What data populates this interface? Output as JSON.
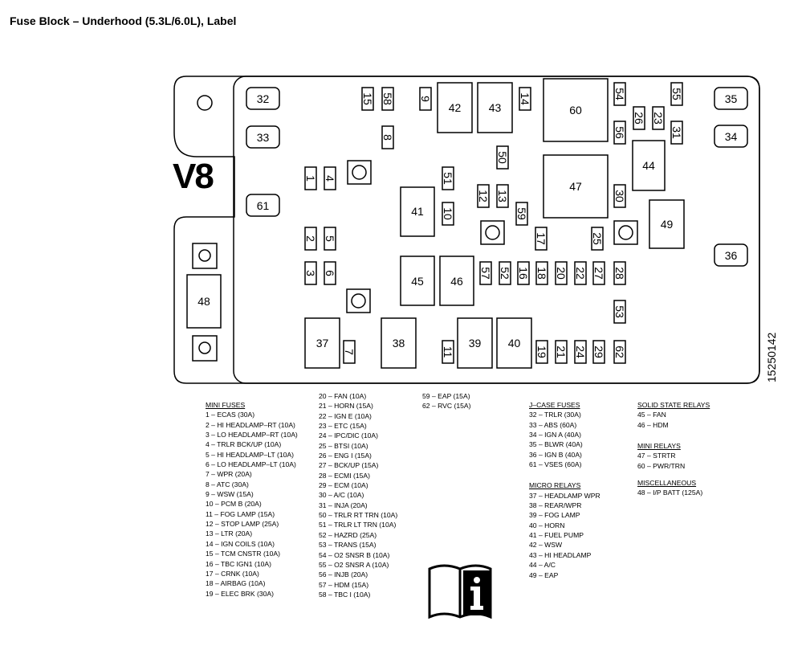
{
  "title": "Fuse Block – Underhood (5.3L/6.0L), Label",
  "engine_label": "V8",
  "doc_number": "15250142",
  "block_labels": {
    "b32": "32",
    "b33": "33",
    "b61": "61",
    "b35": "35",
    "b34": "34",
    "b36": "36",
    "b15": "15",
    "b58": "58",
    "b9": "9",
    "b42": "42",
    "b43": "43",
    "b14": "14",
    "b60": "60",
    "b54": "54",
    "b55": "55",
    "b26": "26",
    "b23": "23",
    "b56": "56",
    "b31": "31",
    "b8": "8",
    "b50": "50",
    "b44": "44",
    "b1": "1",
    "b4": "4",
    "b51": "51",
    "b12": "12",
    "b13": "13",
    "b47": "47",
    "b30": "30",
    "b41": "41",
    "b10": "10",
    "b59": "59",
    "b49": "49",
    "b2": "2",
    "b5": "5",
    "b17": "17",
    "b25": "25",
    "b3": "3",
    "b6": "6",
    "b45": "45",
    "b46": "46",
    "b57": "57",
    "b52": "52",
    "b16": "16",
    "b18": "18",
    "b20": "20",
    "b22": "22",
    "b27": "27",
    "b28": "28",
    "b48": "48",
    "b53": "53",
    "b37": "37",
    "b7": "7",
    "b38": "38",
    "b11": "11",
    "b39": "39",
    "b40": "40",
    "b19": "19",
    "b21": "21",
    "b24": "24",
    "b29": "29",
    "b62": "62"
  },
  "legend": {
    "mini_fuses": {
      "heading": "MINI FUSES",
      "items": [
        "1 – ECAS (30A)",
        "2 – HI HEADLAMP–RT (10A)",
        "3 – LO HEADLAMP–RT (10A)",
        "4 – TRLR BCK/UP (10A)",
        "5 – HI HEADLAMP–LT (10A)",
        "6 – LO HEADLAMP–LT (10A)",
        "7 – WPR (20A)",
        "8 – ATC (30A)",
        "9 – WSW (15A)",
        "10 – PCM B (20A)",
        "11 – FOG LAMP (15A)",
        "12 – STOP LAMP (25A)",
        "13 – LTR (20A)",
        "14 – IGN COILS (10A)",
        "15 – TCM CNSTR (10A)",
        "16 – TBC IGN1 (10A)",
        "17 – CRNK (10A)",
        "18 – AIRBAG (10A)",
        "19 – ELEC BRK (30A)"
      ]
    },
    "mini_fuses_cont": [
      "20 – FAN (10A)",
      "21 – HORN (15A)",
      "22 – IGN E (10A)",
      "23 – ETC (15A)",
      "24 – IPC/DIC (10A)",
      "25 – BTSI (10A)",
      "26 – ENG I (15A)",
      "27 – BCK/UP (15A)",
      "28 – ECMI (15A)",
      "29 – ECM (10A)",
      "30 – A/C (10A)",
      "31 – INJA (20A)",
      "50 – TRLR RT TRN (10A)",
      "51 – TRLR LT TRN (10A)",
      "52 – HAZRD (25A)",
      "53 – TRANS (15A)",
      "54 – O2 SNSR B (10A)",
      "55 – O2 SNSR A (10A)",
      "56 – INJB (20A)",
      "57 – HDM (15A)",
      "58 – TBC I (10A)"
    ],
    "mini_fuses_cont2": [
      "59 – EAP (15A)",
      "62 – RVC (15A)"
    ],
    "jcase_fuses": {
      "heading": "J–CASE FUSES",
      "items": [
        "32 – TRLR (30A)",
        "33 – ABS (60A)",
        "34 – IGN A (40A)",
        "35 – BLWR (40A)",
        "36 – IGN B (40A)",
        "61 – VSES (60A)"
      ]
    },
    "micro_relays": {
      "heading": "MICRO RELAYS",
      "items": [
        "37 – HEADLAMP WPR",
        "38 – REAR/WPR",
        "39 – FOG LAMP",
        "40 – HORN",
        "41 – FUEL PUMP",
        "42 – WSW",
        "43 – HI HEADLAMP",
        "44 – A/C",
        "49 – EAP"
      ]
    },
    "solid_state_relays": {
      "heading": "SOLID STATE RELAYS",
      "items": [
        "45 – FAN",
        "46 – HDM"
      ]
    },
    "mini_relays": {
      "heading": "MINI RELAYS",
      "items": [
        "47 – STRTR",
        "60 – PWR/TRN"
      ]
    },
    "miscellaneous": {
      "heading": "MISCELLANEOUS",
      "items": [
        "48 – I/P BATT (125A)"
      ]
    }
  },
  "icons": {
    "manual": "owner-manual-info-icon",
    "mount_hole": "mounting-hole-icon"
  }
}
